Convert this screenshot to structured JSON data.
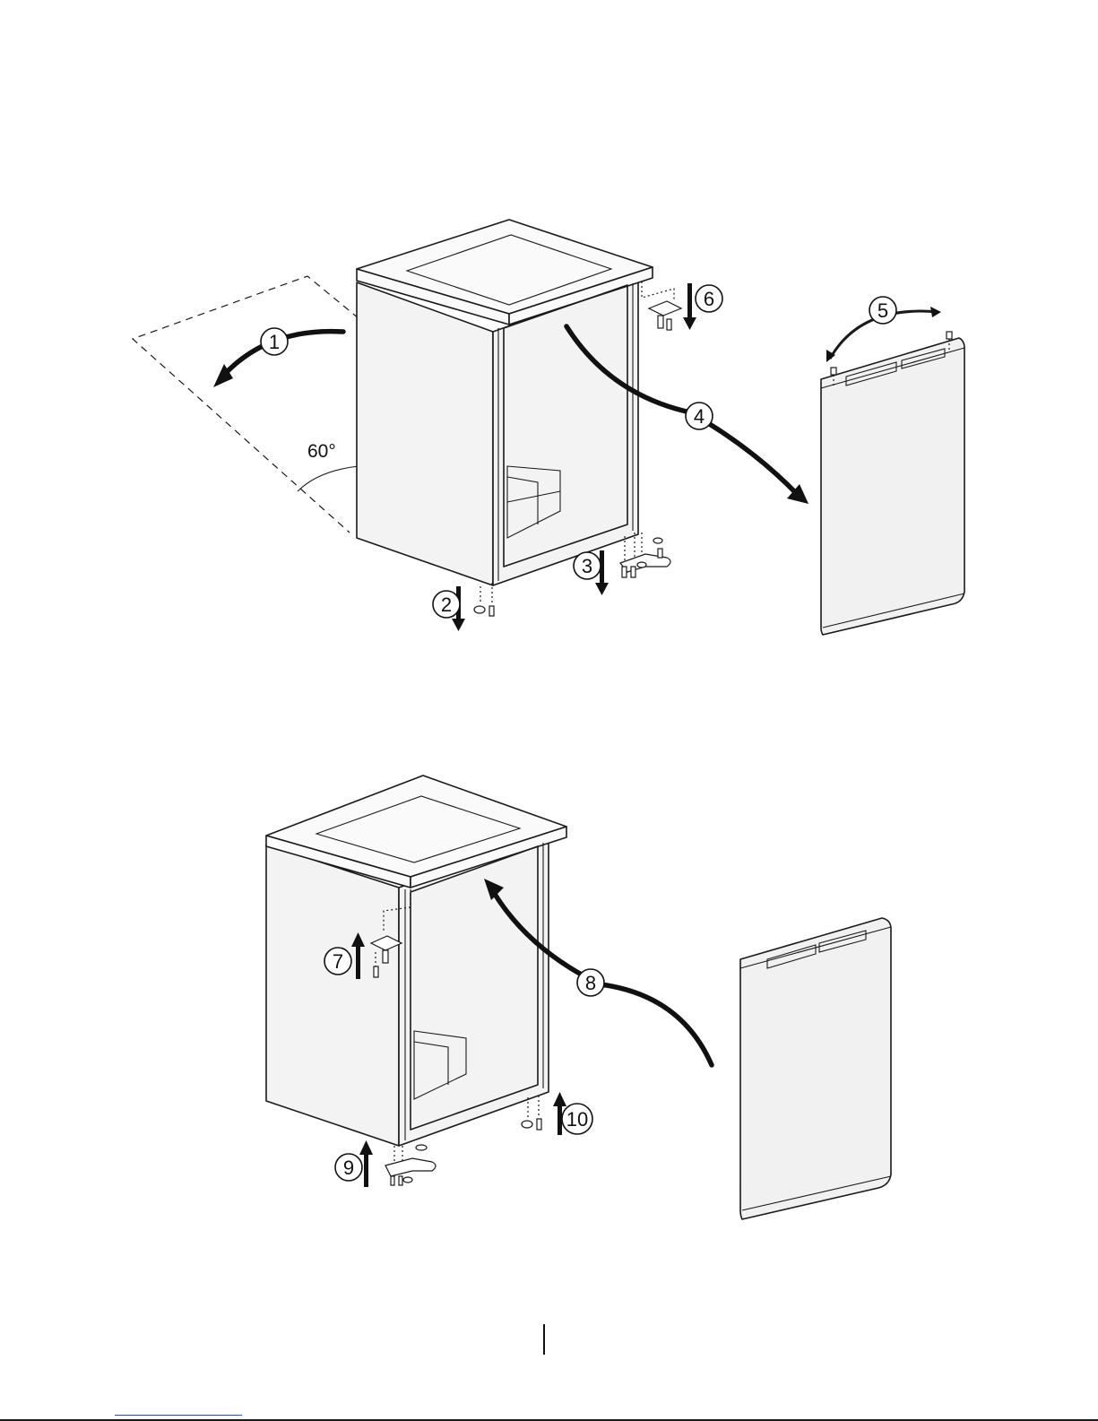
{
  "figure_1": {
    "callouts": [
      "1",
      "2",
      "3",
      "4",
      "5",
      "6"
    ],
    "angle_label": "60°"
  },
  "figure_2": {
    "callouts": [
      "7",
      "8",
      "9",
      "10"
    ]
  },
  "icons": [
    "refrigerator-cabinet",
    "refrigerator-door",
    "hinge-bracket",
    "screw",
    "washer",
    "curved-arrow",
    "straight-arrow"
  ]
}
